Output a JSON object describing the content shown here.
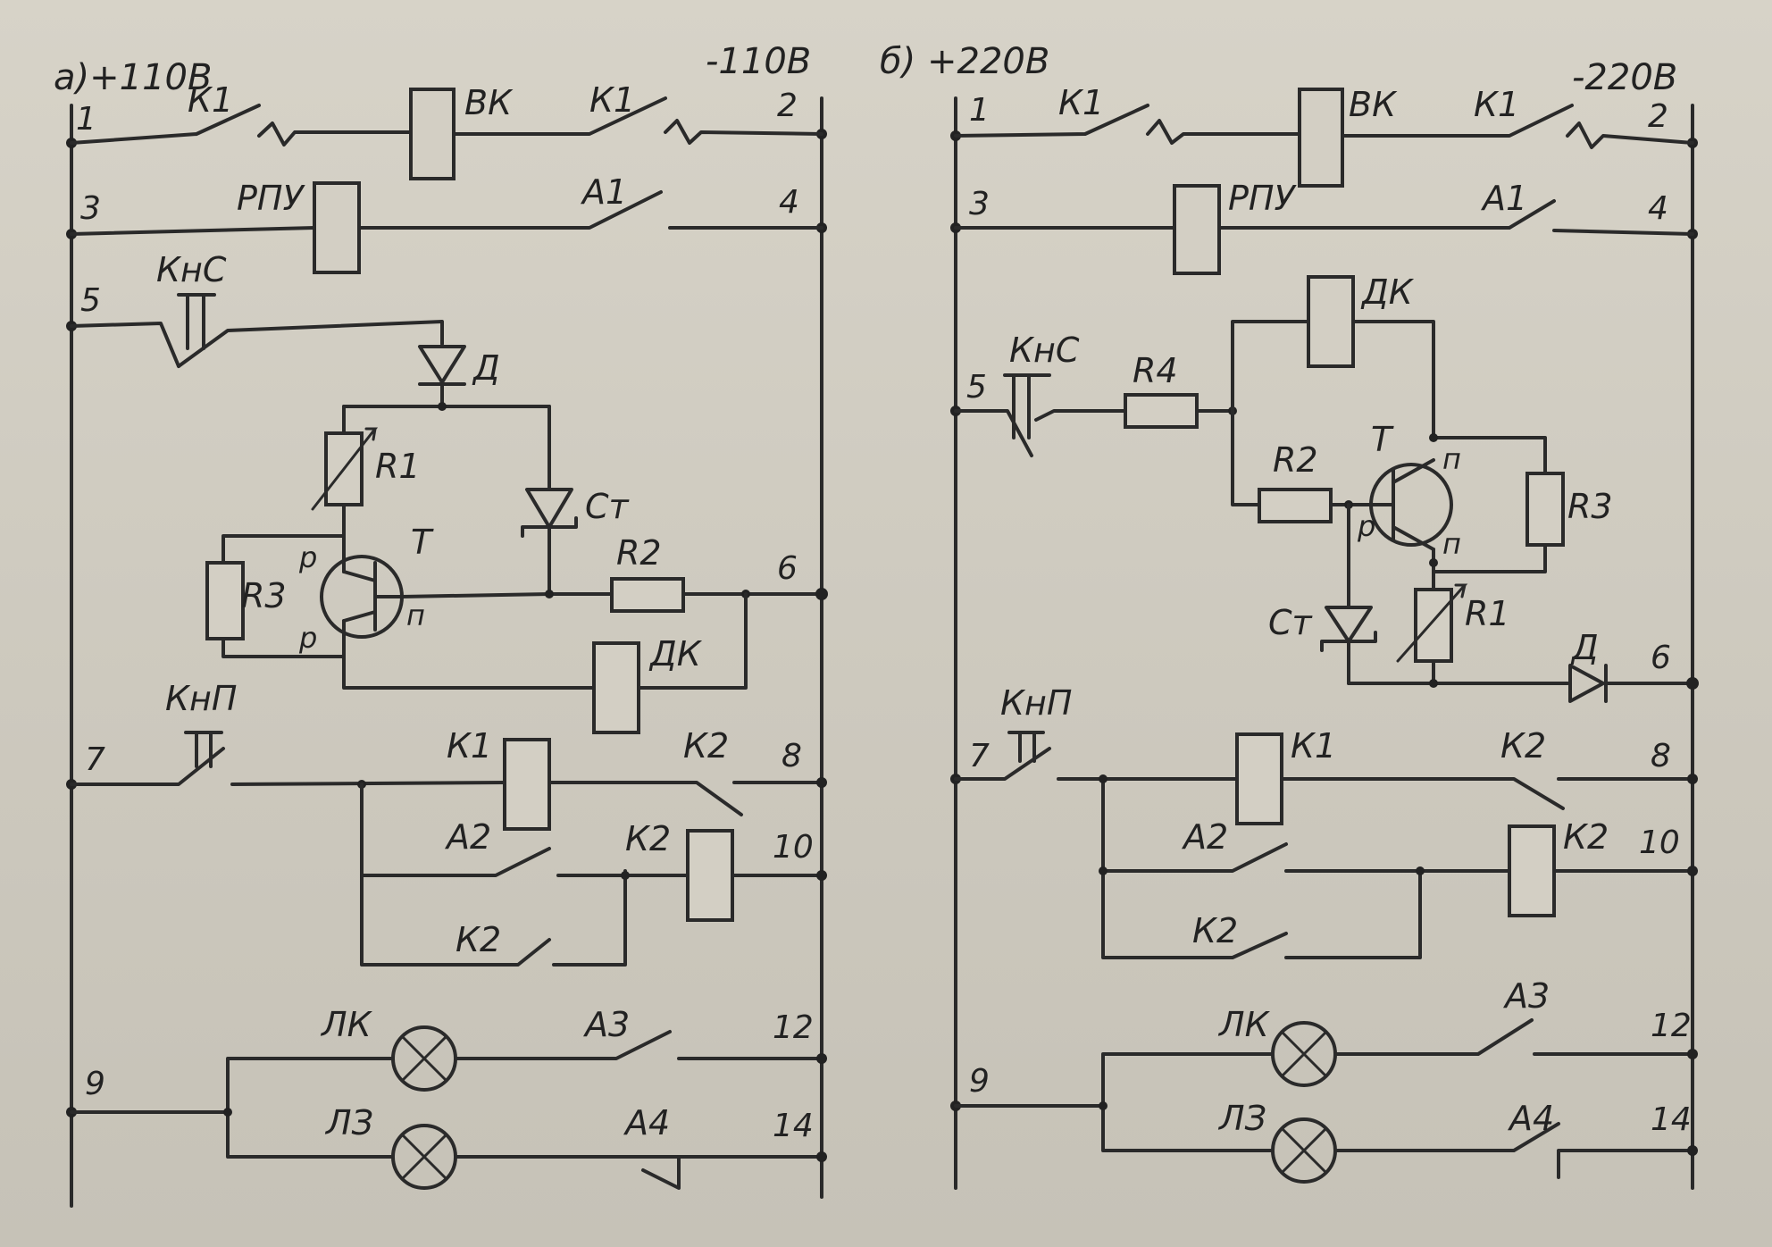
{
  "panel_a": {
    "title": "а)+110В",
    "neg": "-110В",
    "nodes": [
      "1",
      "2",
      "3",
      "4",
      "5",
      "6",
      "7",
      "8",
      "9",
      "10",
      "12",
      "14"
    ],
    "labels": {
      "k1a": "К1",
      "vk": "ВК",
      "k1b": "К1",
      "rpu": "РПУ",
      "a1": "А1",
      "kns": "КнС",
      "d": "Д",
      "r1": "R1",
      "st": "Ст",
      "r3": "R3",
      "t": "Т",
      "p1": "р",
      "p2": "р",
      "n": "п",
      "r2": "R2",
      "dk": "ДК",
      "knp": "КнП",
      "k1c": "К1",
      "k2a": "К2",
      "a2": "А2",
      "k2b": "К2",
      "k2c": "К2",
      "lk": "ЛК",
      "a3": "А3",
      "lz": "ЛЗ",
      "a4": "А4"
    }
  },
  "panel_b": {
    "title": "б) +220В",
    "neg": "-220В",
    "nodes": [
      "1",
      "2",
      "3",
      "4",
      "5",
      "6",
      "7",
      "8",
      "9",
      "10",
      "12",
      "14"
    ],
    "labels": {
      "k1a": "К1",
      "vk": "ВК",
      "k1b": "К1",
      "rpu": "РПУ",
      "a1": "А1",
      "dk": "ДК",
      "kns": "КнС",
      "r4": "R4",
      "t": "Т",
      "r2": "R2",
      "r3": "R3",
      "n1": "п",
      "n2": "п",
      "p": "р",
      "st": "Ст",
      "r1": "R1",
      "d": "Д",
      "knp": "КнП",
      "k1c": "К1",
      "k2a": "К2",
      "a2": "А2",
      "k2b": "К2",
      "k2c": "К2",
      "lk": "ЛК",
      "a3": "А3",
      "lz": "ЛЗ",
      "a4": "А4"
    }
  }
}
